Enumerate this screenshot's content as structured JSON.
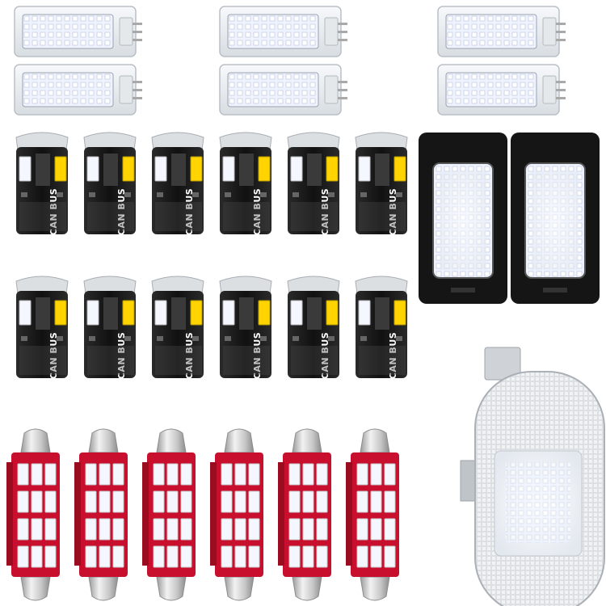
{
  "image": {
    "background": "#ffffff",
    "groups": [
      {
        "name": "interior-module-pair-left",
        "kind": "clear-interior-led-module",
        "count": 2
      },
      {
        "name": "interior-module-pair-middle",
        "kind": "clear-interior-led-module",
        "count": 2
      },
      {
        "name": "interior-module-pair-right",
        "kind": "clear-interior-led-module",
        "count": 2
      },
      {
        "name": "t10-wedge-bulbs",
        "kind": "t10-canbus-led",
        "count": 12
      },
      {
        "name": "license-plate-lights",
        "kind": "license-plate-led",
        "count": 2
      },
      {
        "name": "festoon-bulbs",
        "kind": "festoon-led",
        "count": 6
      },
      {
        "name": "glovebox-light",
        "kind": "glovebox-led-light",
        "count": 1
      }
    ],
    "board_label": "CAN BUS",
    "colors": {
      "pcb_black": "#1b1b1b",
      "pcb_red": "#c8102e",
      "led_white": "#f4f7ff",
      "led_yellow": "#ffd400",
      "metal": "#cfcfcf",
      "clear_plastic": "#eef1f4"
    }
  }
}
